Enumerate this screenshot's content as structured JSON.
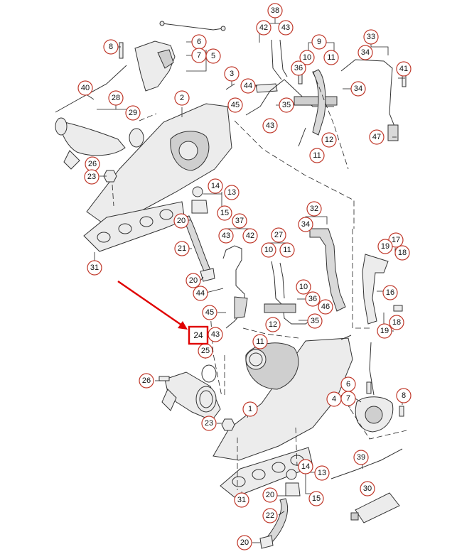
{
  "diagram": {
    "callouts": [
      "1",
      "2",
      "3",
      "4",
      "5",
      "6",
      "7",
      "8",
      "9",
      "10",
      "11",
      "12",
      "13",
      "14",
      "15",
      "16",
      "17",
      "18",
      "19",
      "20",
      "21",
      "22",
      "23",
      "24",
      "25",
      "26",
      "27",
      "28",
      "29",
      "30",
      "31",
      "32",
      "33",
      "34",
      "35",
      "36",
      "37",
      "38",
      "39",
      "40",
      "41",
      "42",
      "43",
      "44",
      "45",
      "46",
      "47"
    ],
    "highlighted": "24",
    "colors": {
      "callout_ring": "#c0392b",
      "highlight_box": "#e00000",
      "arrow": "#e00000",
      "line": "#222222"
    }
  }
}
